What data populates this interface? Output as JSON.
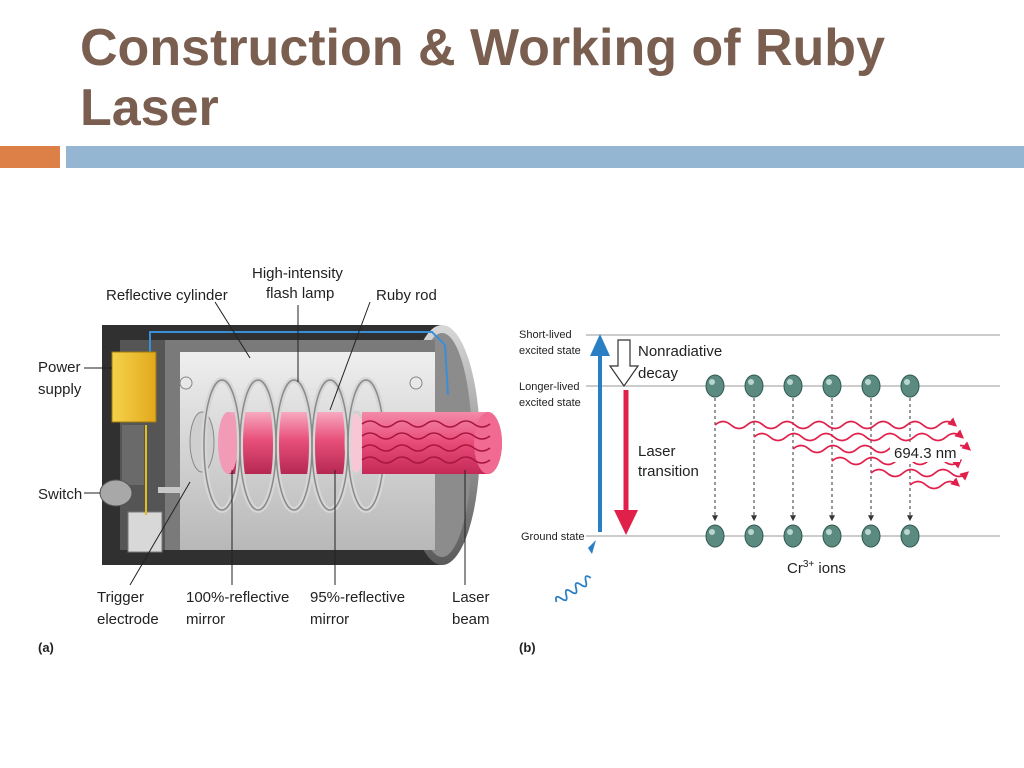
{
  "slide": {
    "title_line1": "Construction & Working of Ruby",
    "title_line2": "Laser"
  },
  "figure_a": {
    "panel_label": "(a)",
    "labels": {
      "reflective_cylinder": "Reflective cylinder",
      "flash_lamp_1": "High-intensity",
      "flash_lamp_2": "flash lamp",
      "ruby_rod": "Ruby rod",
      "power_supply_1": "Power",
      "power_supply_2": "supply",
      "switch": "Switch",
      "trigger_1": "Trigger",
      "trigger_2": "electrode",
      "mirror100_1": "100%-reflective",
      "mirror100_2": "mirror",
      "mirror95_1": "95%-reflective",
      "mirror95_2": "mirror",
      "beam_1": "Laser",
      "beam_2": "beam"
    }
  },
  "figure_b": {
    "panel_label": "(b)",
    "labels": {
      "short_lived_1": "Short-lived",
      "short_lived_2": "excited state",
      "longer_lived_1": "Longer-lived",
      "longer_lived_2": "excited state",
      "ground_state": "Ground state",
      "nonradiative_1": "Nonradiative",
      "nonradiative_2": "decay",
      "transition_1": "Laser",
      "transition_2": "transition",
      "wavelength": "694.3 nm",
      "ions_prefix": "Cr",
      "ions_sup": "3+",
      "ions_suffix": " ions"
    },
    "ion_count": 6
  },
  "colors": {
    "title": "#7a5e50",
    "accent_orange": "#dd8047",
    "accent_blue": "#94b6d2",
    "ruby": "#e8507a",
    "laser_red": "#e0204a",
    "pump_blue": "#2a7fc4",
    "ion": "#5a8a80"
  }
}
